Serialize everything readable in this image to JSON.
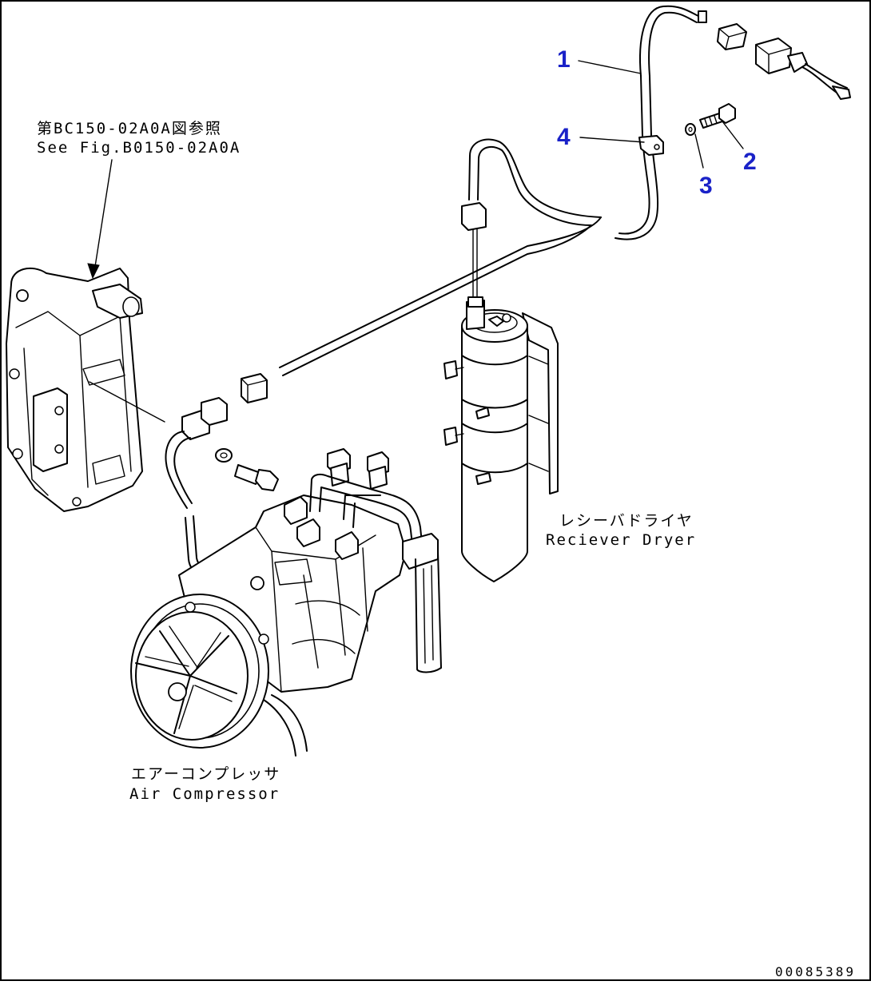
{
  "callouts": [
    "1",
    "2",
    "3",
    "4"
  ],
  "ref_note": {
    "jp": "第BC150-02A0A図参照",
    "en": "See Fig.B0150-02A0A"
  },
  "receiver_dryer": {
    "jp": "レシーバドライヤ",
    "en": "Reciever Dryer"
  },
  "air_compressor": {
    "jp": "エアーコンプレッサ",
    "en": "Air Compressor"
  },
  "drawing_number": "00085389",
  "colors": {
    "callout": "#1a22c8",
    "line": "#000000",
    "background": "#ffffff"
  }
}
